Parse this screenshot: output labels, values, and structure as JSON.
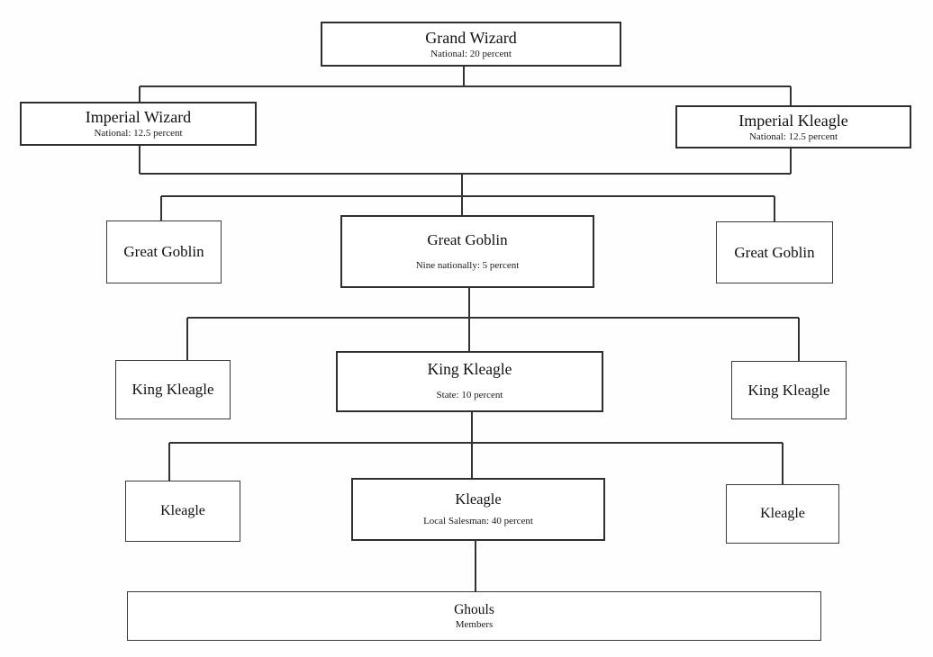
{
  "diagram": {
    "type": "organization-chart",
    "nodes": {
      "grand_wizard": {
        "title": "Grand Wizard",
        "subtitle": "National: 20 percent"
      },
      "imperial_wizard": {
        "title": "Imperial Wizard",
        "subtitle": "National: 12.5 percent"
      },
      "imperial_kleagle": {
        "title": "Imperial Kleagle",
        "subtitle": "National: 12.5 percent"
      },
      "great_goblin_left": {
        "title": "Great Goblin"
      },
      "great_goblin_center": {
        "title": "Great Goblin",
        "subtitle": "Nine nationally: 5 percent"
      },
      "great_goblin_right": {
        "title": "Great Goblin"
      },
      "king_kleagle_left": {
        "title": "King Kleagle"
      },
      "king_kleagle_center": {
        "title": "King Kleagle",
        "subtitle": "State: 10 percent"
      },
      "king_kleagle_right": {
        "title": "King Kleagle"
      },
      "kleagle_left": {
        "title": "Kleagle"
      },
      "kleagle_center": {
        "title": "Kleagle",
        "subtitle": "Local Salesman: 40 percent"
      },
      "kleagle_right": {
        "title": "Kleagle"
      },
      "ghouls": {
        "title": "Ghouls",
        "subtitle": "Members"
      }
    },
    "edges": [
      {
        "from": "grand_wizard",
        "to": [
          "imperial_wizard",
          "imperial_kleagle"
        ]
      },
      {
        "from": "imperial_level",
        "to": [
          "great_goblin_left",
          "great_goblin_center",
          "great_goblin_right"
        ]
      },
      {
        "from": "great_goblin_center",
        "to": [
          "king_kleagle_left",
          "king_kleagle_center",
          "king_kleagle_right"
        ]
      },
      {
        "from": "king_kleagle_center",
        "to": [
          "kleagle_left",
          "kleagle_center",
          "kleagle_right"
        ]
      },
      {
        "from": "kleagle_center",
        "to": [
          "ghouls"
        ]
      }
    ],
    "colors": {
      "line": "#333333",
      "box_border": "#2f2f2f",
      "background": "#ffffff",
      "text": "#111111"
    }
  }
}
